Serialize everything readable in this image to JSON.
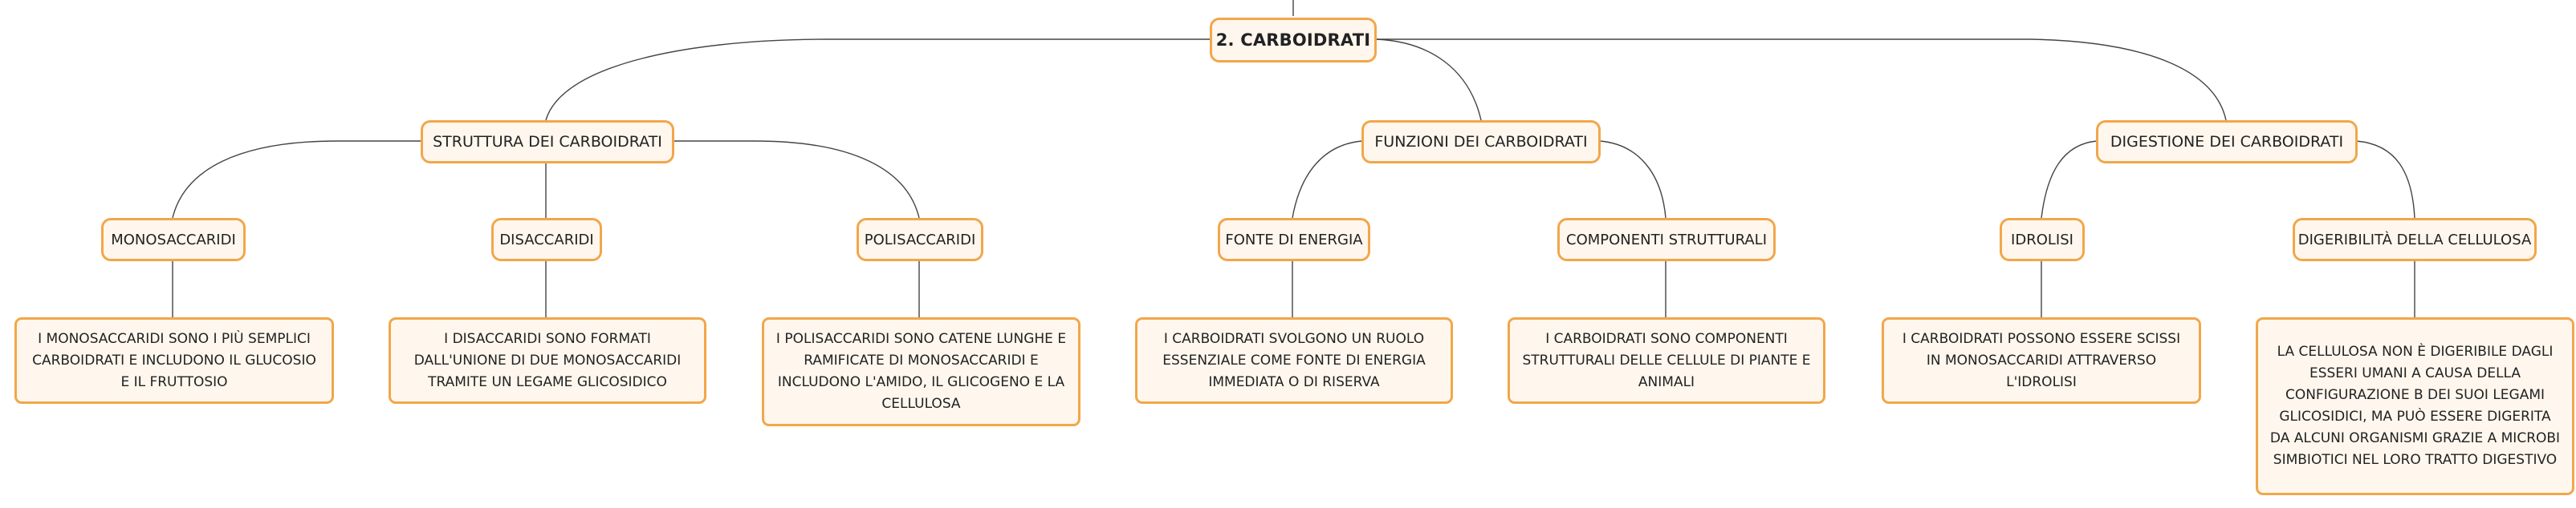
{
  "mindmap": {
    "root": "2. CARBOIDRATI",
    "branches": [
      {
        "label": "STRUTTURA DEI CARBOIDRATI",
        "children": [
          {
            "label": "MONOSACCARIDI",
            "detail": "I MONOSACCARIDI SONO I PIÙ SEMPLICI CARBOIDRATI E INCLUDONO IL GLUCOSIO E IL FRUTTOSIO"
          },
          {
            "label": "DISACCARIDI",
            "detail": "I DISACCARIDI SONO FORMATI DALL'UNIONE DI DUE MONOSACCARIDI TRAMITE UN LEGAME GLICOSIDICO"
          },
          {
            "label": "POLISACCARIDI",
            "detail": "I POLISACCARIDI SONO CATENE LUNGHE E RAMIFICATE DI MONOSACCARIDI E INCLUDONO L'AMIDO, IL GLICOGENO E LA CELLULOSA"
          }
        ]
      },
      {
        "label": "FUNZIONI DEI CARBOIDRATI",
        "children": [
          {
            "label": "FONTE DI ENERGIA",
            "detail": "I CARBOIDRATI SVOLGONO UN RUOLO ESSENZIALE COME FONTE DI ENERGIA IMMEDIATA O DI RISERVA"
          },
          {
            "label": "COMPONENTI STRUTTURALI",
            "detail": "I CARBOIDRATI SONO COMPONENTI STRUTTURALI DELLE CELLULE DI PIANTE E ANIMALI"
          }
        ]
      },
      {
        "label": "DIGESTIONE DEI CARBOIDRATI",
        "children": [
          {
            "label": "IDROLISI",
            "detail": "I CARBOIDRATI POSSONO ESSERE SCISSI IN MONOSACCARIDI ATTRAVERSO L'IDROLISI"
          },
          {
            "label": "DIGERIBILITÀ DELLA CELLULOSA",
            "detail": "LA CELLULOSA NON È DIGERIBILE DAGLI ESSERI UMANI A CAUSA DELLA CONFIGURAZIONE B DEI SUOI LEGAMI GLICOSIDICI, MA PUÒ ESSERE DIGERITA DA ALCUNI ORGANISMI GRAZIE A MICROBI SIMBIOTICI NEL LORO TRATTO DIGESTIVO"
          }
        ]
      }
    ]
  },
  "colors": {
    "node_border": "#f2a64a",
    "node_fill": "#fff7ee",
    "line": "#444444",
    "text": "#222222"
  }
}
